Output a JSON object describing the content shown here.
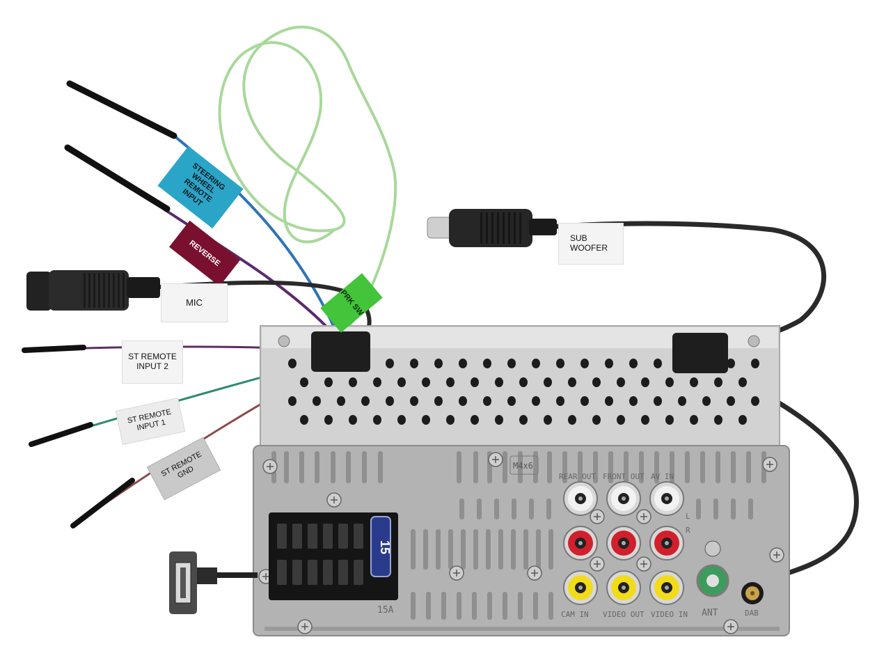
{
  "labels": {
    "steering": "STEERING\nWHEEL\nREMOTE\nINPUT",
    "reverse": "REVERSE",
    "prk_sw": "PRK SW",
    "mic": "MIC",
    "sub_woofer": "SUB\nWOOFER",
    "st_remote_input_2": "ST REMOTE\nINPUT 2",
    "st_remote_input_1": "ST REMOTE\nINPUT 1",
    "st_remote_gnd": "ST REMOTE\nGND"
  },
  "panel_markings": {
    "screw_size": "M4x6",
    "rear_out": "REAR OUT",
    "front_out": "FRONT OUT",
    "av_in": "AV IN",
    "left": "L",
    "right": "R",
    "cam_in": "CAM IN",
    "video_out": "VIDEO OUT",
    "video_in": "VIDEO IN",
    "ant": "ANT",
    "dab": "DAB",
    "fuse_rating": "15A",
    "fuse_value": "15"
  },
  "colors": {
    "steering_tag": "#2aa5c8",
    "reverse_tag": "#7a1030",
    "prk_tag": "#43c43a",
    "white_tag": "#f4f4f4",
    "grey_tag": "#c9c9c9",
    "chassis": "#d2d2d2",
    "cast_panel": "#b3b3b3",
    "rca_white": "#f2f2f2",
    "rca_red": "#d11f2c",
    "rca_yellow": "#f2dc1a",
    "cable_black": "#222222",
    "wire_green": "#a8d89a"
  }
}
